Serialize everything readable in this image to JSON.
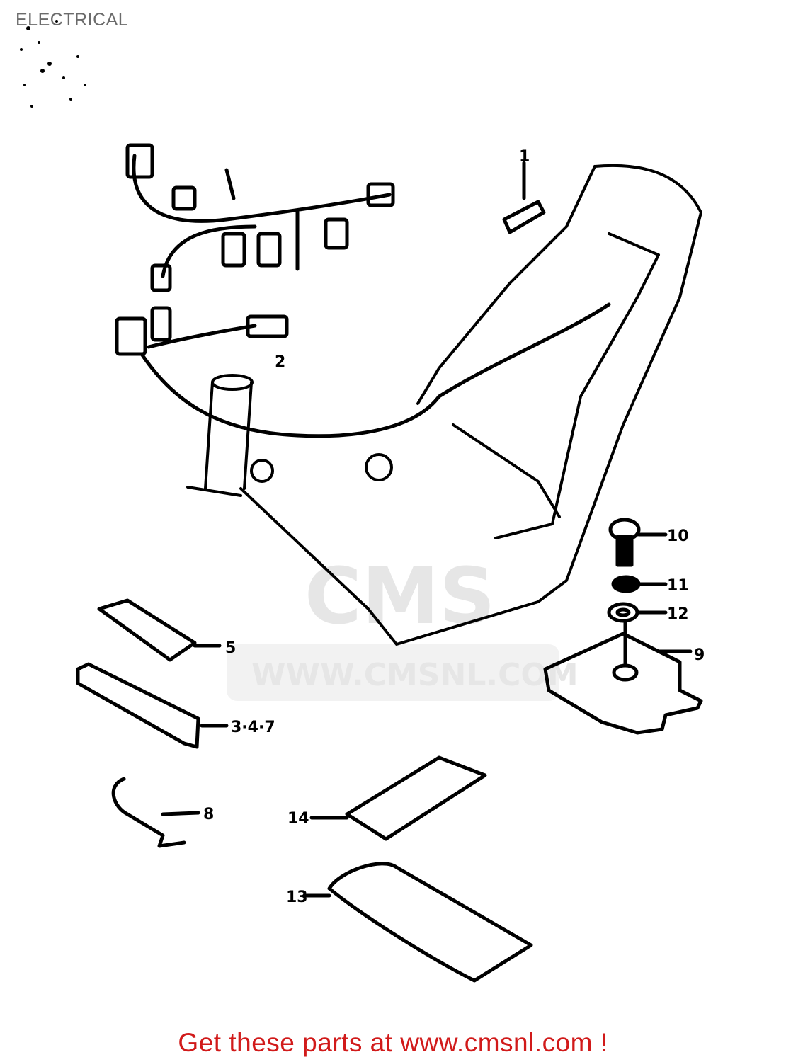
{
  "title": "ELECTRICAL",
  "watermark": {
    "text": "WWW.CMSNL.COM",
    "logo": "CMS"
  },
  "callouts": [
    "1",
    "2",
    "5",
    "3·4·7",
    "8",
    "9",
    "10",
    "11",
    "12",
    "13",
    "14"
  ],
  "footer": "Get these parts at www.cmsnl.com !",
  "colors": {
    "footer": "#d11a1a",
    "title": "#6b6b6b",
    "linework": "#000000"
  }
}
